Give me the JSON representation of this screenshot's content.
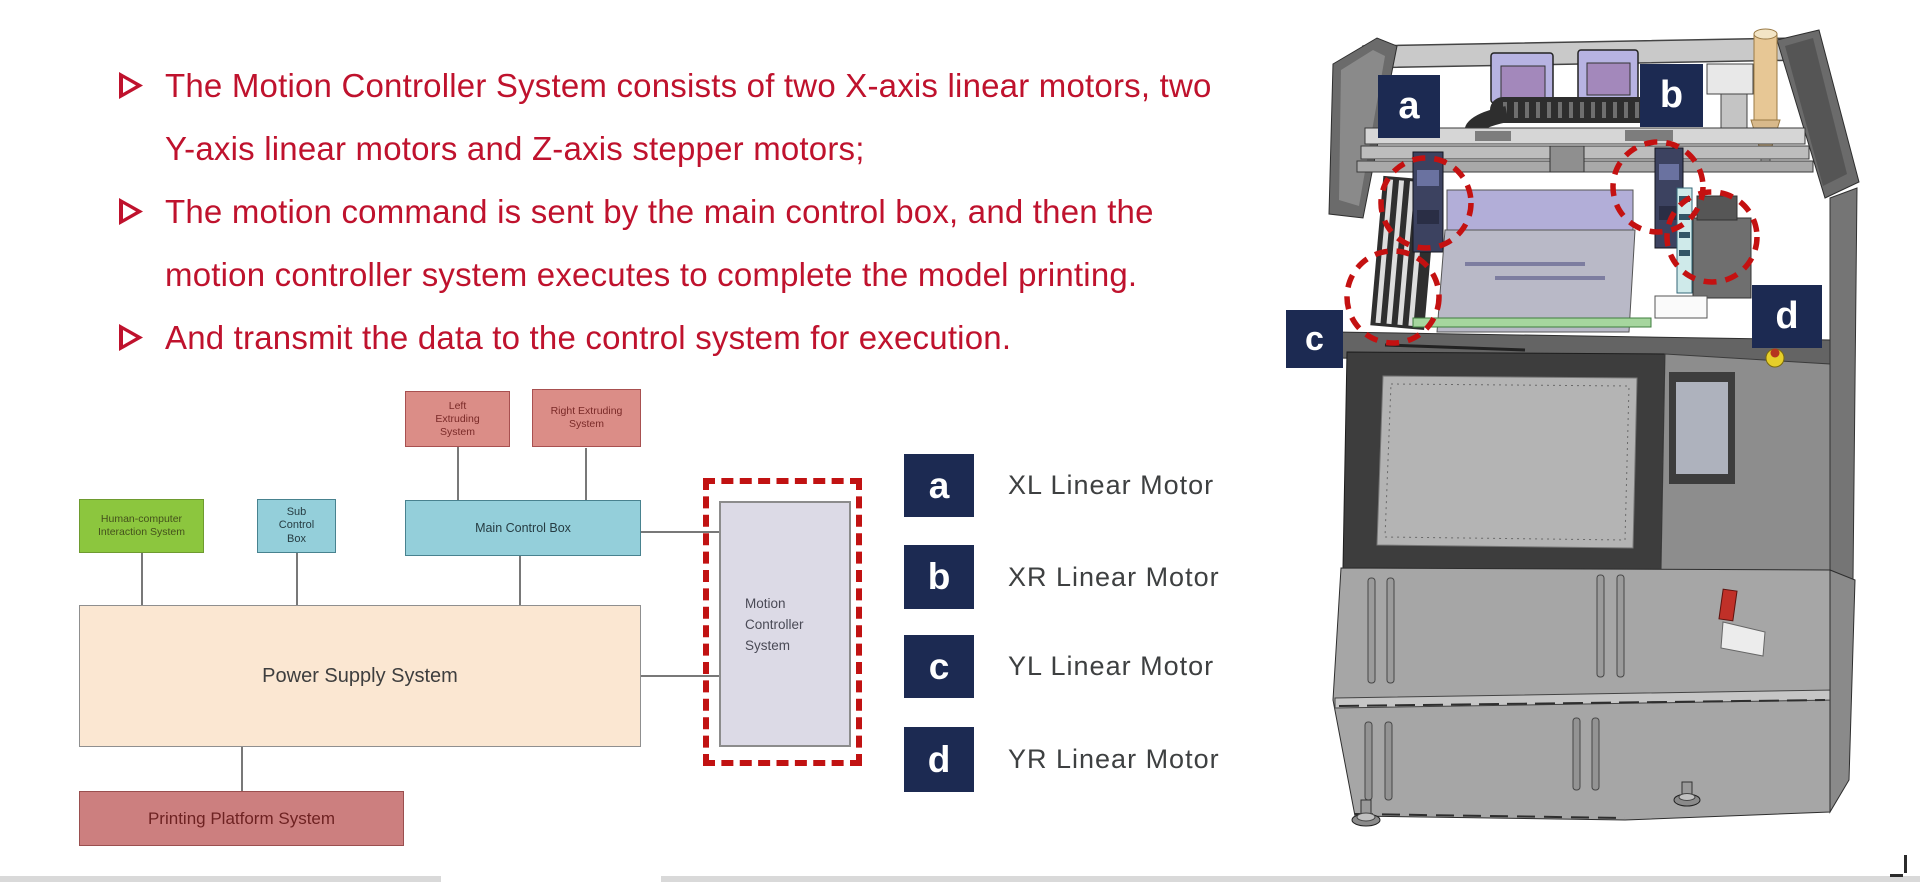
{
  "slide": {
    "background": "#ffffff",
    "accent_red": "#bf122d",
    "bullets": [
      {
        "text": "The Motion Controller System consists of two X-axis linear motors, two\nY-axis linear motors and Z-axis stepper motors;"
      },
      {
        "text": "The motion command is sent by the main control box, and then the\nmotion controller system executes to complete the model printing."
      },
      {
        "text": "And transmit the data to the control system for execution."
      }
    ]
  },
  "diagram": {
    "left_extruding": "Left\nExtruding\nSystem",
    "right_extruding": "Right Extruding\nSystem",
    "human_computer": "Human-computer\nInteraction System",
    "sub_control": "Sub\nControl\nBox",
    "main_control": "Main Control Box",
    "power_supply": "Power Supply System",
    "printing_platform": "Printing Platform System",
    "motion_controller": "Motion\nController\nSystem",
    "highlight_color": "#c11212"
  },
  "legend": {
    "badge_color": "#1c2a52",
    "items": [
      {
        "key": "a",
        "label": "XL Linear Motor"
      },
      {
        "key": "b",
        "label": "XR Linear Motor"
      },
      {
        "key": "c",
        "label": "YL Linear Motor"
      },
      {
        "key": "d",
        "label": "YR Linear Motor"
      }
    ]
  },
  "printer": {
    "badges": [
      {
        "key": "a"
      },
      {
        "key": "b"
      },
      {
        "key": "c"
      },
      {
        "key": "d"
      }
    ],
    "marker_color": "#c41111"
  }
}
